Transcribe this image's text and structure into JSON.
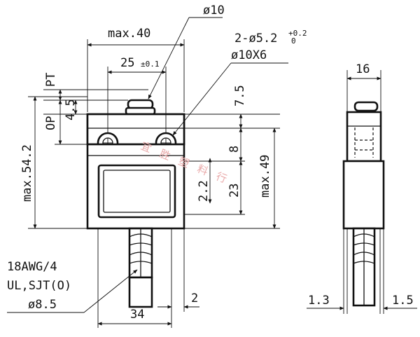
{
  "dimensions": {
    "max_width": "max.40",
    "diameter_plunger": "ø10",
    "hole_spacing": "25",
    "hole_spacing_tol": "±0.1",
    "holes_count": "2-ø5.2",
    "holes_tol_upper": "+0.2",
    "holes_tol_lower": "0",
    "counterbore": "ø10X6",
    "pt": "PT",
    "op": "OP",
    "op_value": "4.5",
    "top_offset": "7.5",
    "hole_to_window": "8",
    "window_value": "2.2",
    "height_23": "23",
    "max_height_49": "max.49",
    "max_height_54": "max.54.2",
    "side_width": "16",
    "bottom_width": "34",
    "offset_2": "2",
    "side_left": "1.3",
    "side_right": "1.5"
  },
  "cable": {
    "line1": "18AWG/4",
    "line2": "UL,SJT(O)",
    "line3": "ø8.5"
  },
  "watermark": "宜胜塑料行"
}
